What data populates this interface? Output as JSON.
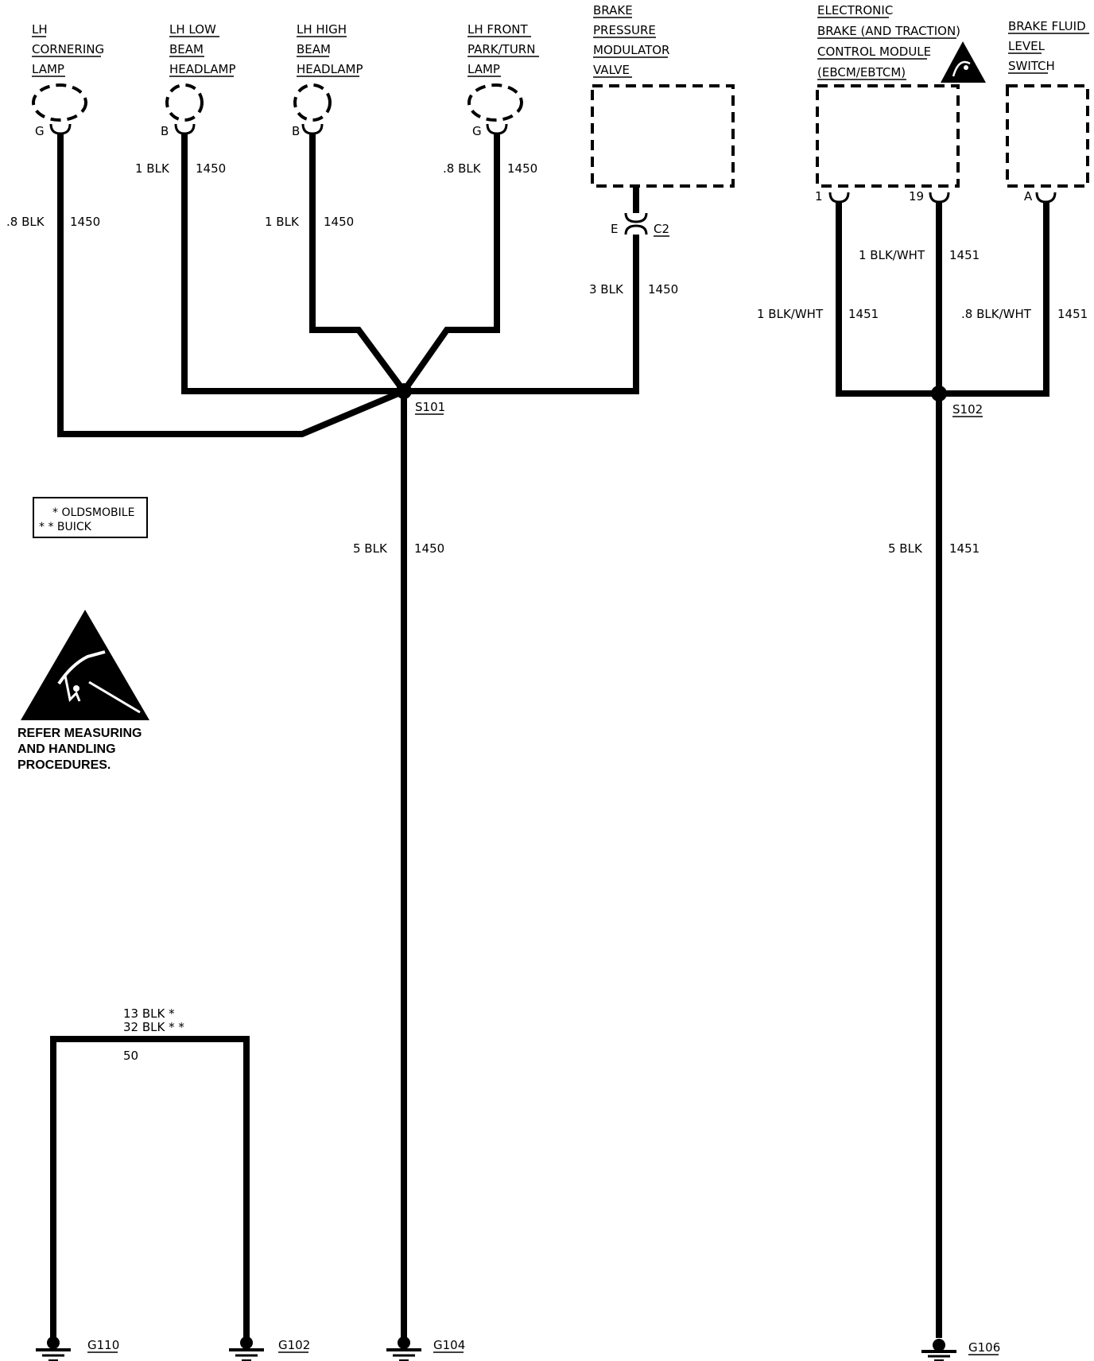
{
  "components": {
    "lh_cornering_lamp": {
      "lines": [
        "LH",
        "CORNERING",
        "LAMP"
      ],
      "pin": "G"
    },
    "lh_low_beam": {
      "lines": [
        "LH LOW",
        "BEAM",
        "HEADLAMP"
      ],
      "pin": "B"
    },
    "lh_high_beam": {
      "lines": [
        "LH HIGH",
        "BEAM",
        "HEADLAMP"
      ],
      "pin": "B"
    },
    "lh_front_park": {
      "lines": [
        "LH FRONT",
        "PARK/TURN",
        "LAMP"
      ],
      "pin": "G"
    },
    "brake_modulator": {
      "lines": [
        "BRAKE",
        "PRESSURE",
        "MODULATOR",
        "VALVE"
      ],
      "pin": "E",
      "connector": "C2"
    },
    "ebcm": {
      "lines": [
        "ELECTRONIC",
        "BRAKE (AND TRACTION)",
        "CONTROL MODULE",
        "(EBCM/EBTCM)"
      ],
      "pin_left": "1",
      "pin_right": "19"
    },
    "brake_fluid_switch": {
      "lines": [
        "BRAKE FLUID",
        "LEVEL",
        "SWITCH"
      ],
      "pin": "A"
    }
  },
  "wires": {
    "cornering": {
      "size": ".8 BLK",
      "circuit": "1450"
    },
    "low_beam": {
      "size": "1 BLK",
      "circuit": "1450"
    },
    "high_beam": {
      "size": "1 BLK",
      "circuit": "1450"
    },
    "park_turn": {
      "size": ".8 BLK",
      "circuit": "1450"
    },
    "modulator": {
      "size": "3 BLK",
      "circuit": "1450"
    },
    "s101_main": {
      "size": "5 BLK",
      "circuit": "1450"
    },
    "ebcm_pin1": {
      "size": "1 BLK/WHT",
      "circuit": "1451"
    },
    "ebcm_pin19": {
      "size": "1 BLK/WHT",
      "circuit": "1451"
    },
    "fluid_switch": {
      "size": ".8 BLK/WHT",
      "circuit": "1451"
    },
    "s102_main": {
      "size": "5 BLK",
      "circuit": "1451"
    },
    "ground_strap_oldsmobile": "13 BLK *",
    "ground_strap_buick": "32 BLK * *",
    "ground_strap_circuit": "50"
  },
  "splices": {
    "s101": "S101",
    "s102": "S102"
  },
  "grounds": {
    "g110": "G110",
    "g102": "G102",
    "g104": "G104",
    "g106": "G106"
  },
  "legend": {
    "oldsmobile": "* OLDSMOBILE",
    "buick": "* * BUICK"
  },
  "esd_note": [
    "REFER MEASURING",
    "AND HANDLING",
    "PROCEDURES."
  ]
}
